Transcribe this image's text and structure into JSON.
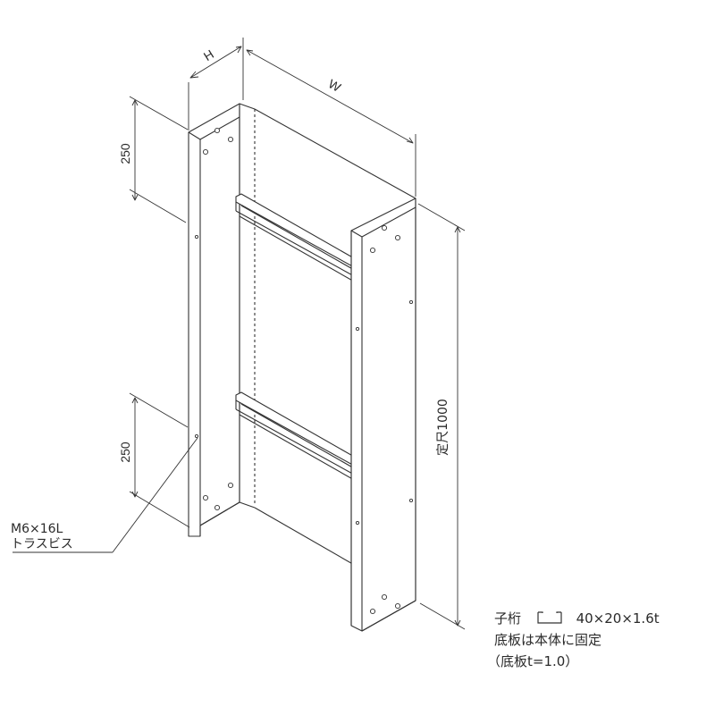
{
  "dimensions": {
    "width_label": "W",
    "depth_label": "H",
    "top_spacing": "250",
    "bottom_spacing": "250",
    "height_label": "定尺1000"
  },
  "callout": {
    "line1": "M6×16L",
    "line2": "トラスビス"
  },
  "specs": {
    "purlin_label": "子桁",
    "purlin_icon": "channel-section-icon",
    "purlin_size": "40×20×1.6t",
    "note_line1": "底板は本体に固定",
    "note_line2": "（底板t=1.0）"
  }
}
